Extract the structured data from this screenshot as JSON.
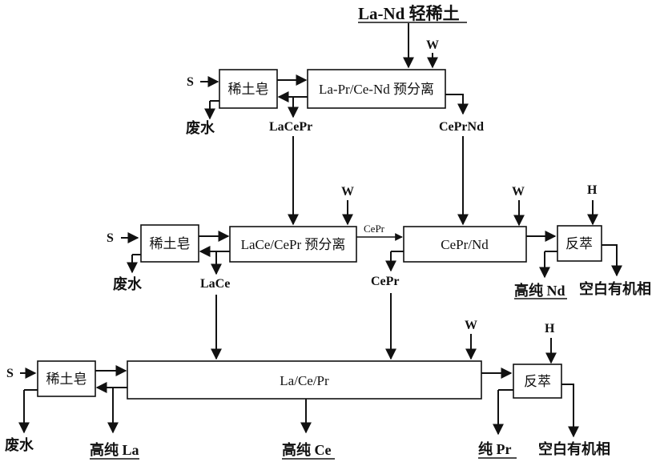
{
  "title": "La-Nd 轻稀土",
  "nodes": {
    "soap1": "稀土皂",
    "presep1": "La-Pr/Ce-Nd 预分离",
    "soap2": "稀土皂",
    "presep2": "LaCe/CePr 预分离",
    "cepr_nd": "CePr/Nd",
    "strip1": "反萃",
    "soap3": "稀土皂",
    "la_ce_pr": "La/Ce/Pr",
    "strip2": "反萃"
  },
  "labels": {
    "s1": "S",
    "s2": "S",
    "s3": "S",
    "w1": "W",
    "w2": "W",
    "w3": "W",
    "w4": "W",
    "h1": "H",
    "h2": "H",
    "waste1": "废水",
    "waste2": "废水",
    "waste3": "废水",
    "lacepr": "LaCePr",
    "ceprnd": "CePrNd",
    "lace": "LaCe",
    "cepr_stream": "CePr",
    "cepr_mid": "CePr"
  },
  "products": {
    "nd": "高纯 Nd",
    "blank1": "空白有机相",
    "la": "高纯 La",
    "ce": "高纯 Ce",
    "pr": "纯 Pr",
    "blank2": "空白有机相"
  }
}
